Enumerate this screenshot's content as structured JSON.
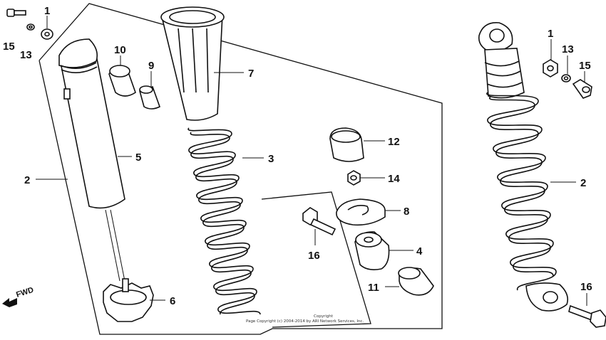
{
  "callouts": {
    "c15a": "15",
    "c13a": "13",
    "c1a": "1",
    "c10": "10",
    "c9": "9",
    "c7": "7",
    "c5": "5",
    "c2a": "2",
    "c3": "3",
    "c6": "6",
    "c12": "12",
    "c14": "14",
    "c8": "8",
    "c16a": "16",
    "c4": "4",
    "c11": "11",
    "c1b": "1",
    "c13b": "13",
    "c15b": "15",
    "c2b": "2",
    "c16b": "16"
  },
  "fwd_label": "FWD",
  "copyright": {
    "line1": "Copyright",
    "line2": "Page Copyright (c) 2004-2014 by ARI Network Services, Inc."
  }
}
